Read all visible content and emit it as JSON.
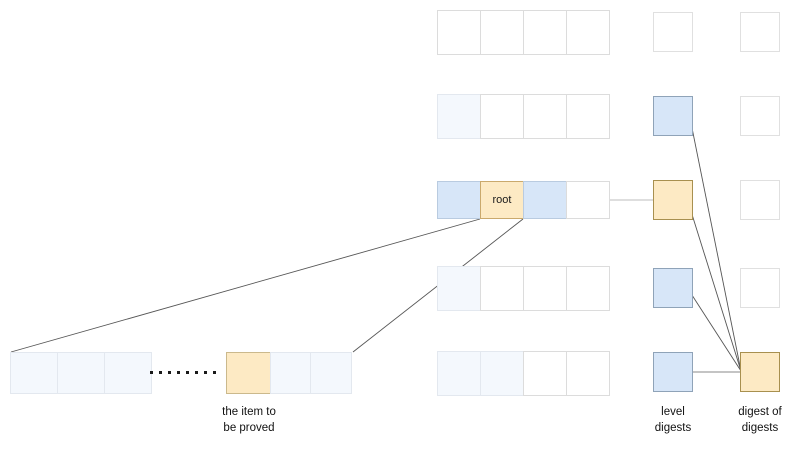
{
  "diagram": {
    "title": "merkle-proof-levels-diagram",
    "colors": {
      "pale_blue": "#f4f8fd",
      "blue": "#d7e6f8",
      "orange": "#fdeac4",
      "line": "#555555",
      "border_gray": "#d9d9d9"
    },
    "levels": [
      {
        "id": "level-1",
        "cells": [
          {
            "fill": "empty",
            "label": ""
          },
          {
            "fill": "empty",
            "label": ""
          },
          {
            "fill": "empty",
            "label": ""
          },
          {
            "fill": "empty",
            "label": ""
          }
        ],
        "level_digest": {
          "fill": "blank",
          "label": ""
        },
        "digest_of_digests": {
          "fill": "blank",
          "label": ""
        }
      },
      {
        "id": "level-2",
        "cells": [
          {
            "fill": "pale",
            "label": ""
          },
          {
            "fill": "empty",
            "label": ""
          },
          {
            "fill": "empty",
            "label": ""
          },
          {
            "fill": "empty",
            "label": ""
          }
        ],
        "level_digest": {
          "fill": "blue",
          "label": ""
        },
        "digest_of_digests": {
          "fill": "blank",
          "label": ""
        }
      },
      {
        "id": "level-3-root",
        "cells": [
          {
            "fill": "blue",
            "label": ""
          },
          {
            "fill": "root",
            "label": "root"
          },
          {
            "fill": "blue",
            "label": ""
          },
          {
            "fill": "empty",
            "label": ""
          }
        ],
        "level_digest": {
          "fill": "orange",
          "label": ""
        },
        "digest_of_digests": {
          "fill": "blank",
          "label": ""
        }
      },
      {
        "id": "level-4",
        "cells": [
          {
            "fill": "pale",
            "label": ""
          },
          {
            "fill": "empty",
            "label": ""
          },
          {
            "fill": "empty",
            "label": ""
          },
          {
            "fill": "empty",
            "label": ""
          }
        ],
        "level_digest": {
          "fill": "blue",
          "label": ""
        },
        "digest_of_digests": {
          "fill": "blank",
          "label": ""
        }
      },
      {
        "id": "level-5",
        "cells": [
          {
            "fill": "pale",
            "label": ""
          },
          {
            "fill": "pale",
            "label": ""
          },
          {
            "fill": "empty",
            "label": ""
          },
          {
            "fill": "empty",
            "label": ""
          }
        ],
        "level_digest": {
          "fill": "blue",
          "label": ""
        },
        "digest_of_digests": {
          "fill": "orange",
          "label": ""
        }
      }
    ],
    "bottom_row": {
      "id": "expanded-leaf-row",
      "left_cells": [
        {
          "fill": "pale",
          "label": ""
        },
        {
          "fill": "pale",
          "label": ""
        },
        {
          "fill": "pale",
          "label": ""
        }
      ],
      "ellipsis_dots": 8,
      "highlight_cell": {
        "fill": "orange",
        "label": ""
      },
      "right_cells": [
        {
          "fill": "pale",
          "label": ""
        },
        {
          "fill": "pale",
          "label": ""
        }
      ]
    },
    "captions": {
      "item_to_be_proved": "the item to\nbe proved",
      "level_digests": "level\ndigests",
      "digest_of_digests": "digest of\ndigests"
    }
  }
}
